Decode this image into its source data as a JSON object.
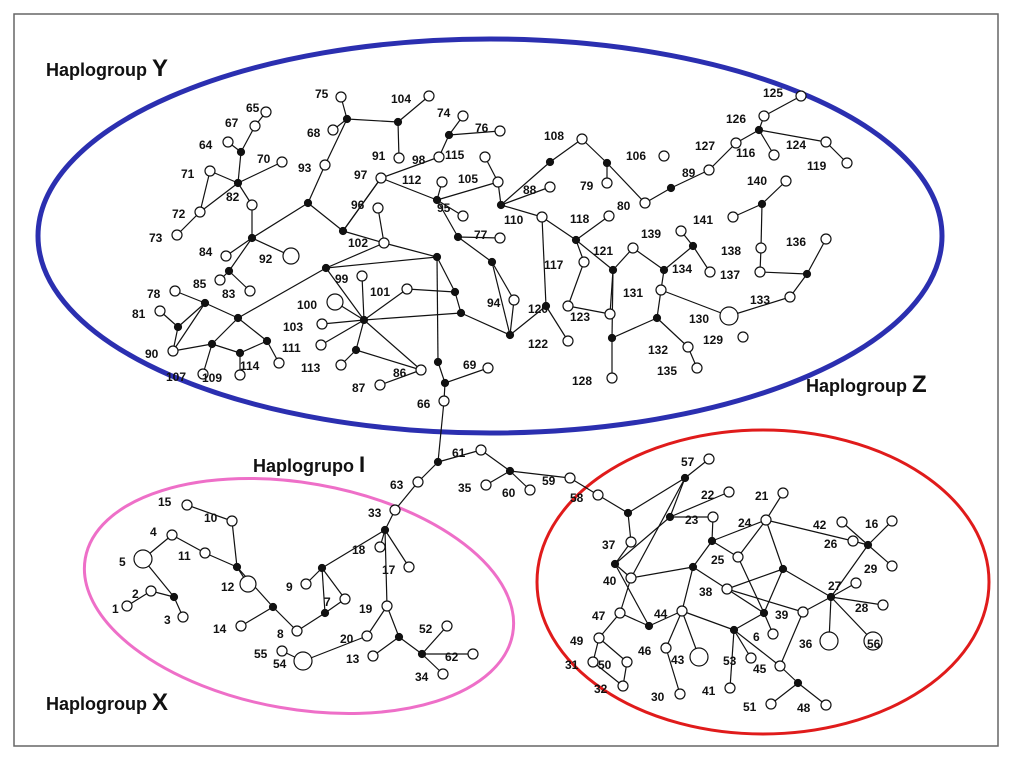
{
  "groups": [
    {
      "id": "Y",
      "prefix": "Haplogroup ",
      "letter": "Y",
      "color": "#2b2fb0"
    },
    {
      "id": "Z",
      "prefix": "Haplogroup ",
      "letter": "Z",
      "color": "#e01b1b"
    },
    {
      "id": "X",
      "prefix": "Haplogroup ",
      "letter": "X",
      "color": "#ee6fc8"
    },
    {
      "id": "I",
      "prefix": "Haplogrupo ",
      "letter": "I",
      "color": "#111111"
    }
  ],
  "node_labels": [
    "1",
    "2",
    "3",
    "4",
    "5",
    "6",
    "8",
    "9",
    "7",
    "10",
    "11",
    "12",
    "13",
    "14",
    "15",
    "16",
    "17",
    "18",
    "19",
    "20",
    "21",
    "22",
    "23",
    "24",
    "25",
    "26",
    "27",
    "28",
    "29",
    "30",
    "31",
    "32",
    "33",
    "34",
    "35",
    "36",
    "37",
    "38",
    "39",
    "40",
    "41",
    "42",
    "43",
    "44",
    "45",
    "46",
    "47",
    "48",
    "49",
    "50",
    "51",
    "52",
    "53",
    "54",
    "55",
    "56",
    "57",
    "58",
    "59",
    "60",
    "61",
    "62",
    "63",
    "64",
    "65",
    "66",
    "67",
    "68",
    "69",
    "70",
    "71",
    "72",
    "73",
    "74",
    "75",
    "76",
    "77",
    "78",
    "79",
    "80",
    "81",
    "82",
    "83",
    "84",
    "85",
    "86",
    "87",
    "88",
    "89",
    "90",
    "91",
    "92",
    "93",
    "94",
    "95",
    "96",
    "97",
    "98",
    "99",
    "100",
    "101",
    "102",
    "103",
    "104",
    "105",
    "106",
    "107",
    "108",
    "109",
    "110",
    "111",
    "112",
    "113",
    "114",
    "115",
    "116",
    "117",
    "118",
    "119",
    "120",
    "121",
    "122",
    "123",
    "124",
    "125",
    "126",
    "127",
    "128",
    "129",
    "130",
    "131",
    "132",
    "133",
    "134",
    "135",
    "136",
    "137",
    "138",
    "139",
    "140",
    "141"
  ]
}
